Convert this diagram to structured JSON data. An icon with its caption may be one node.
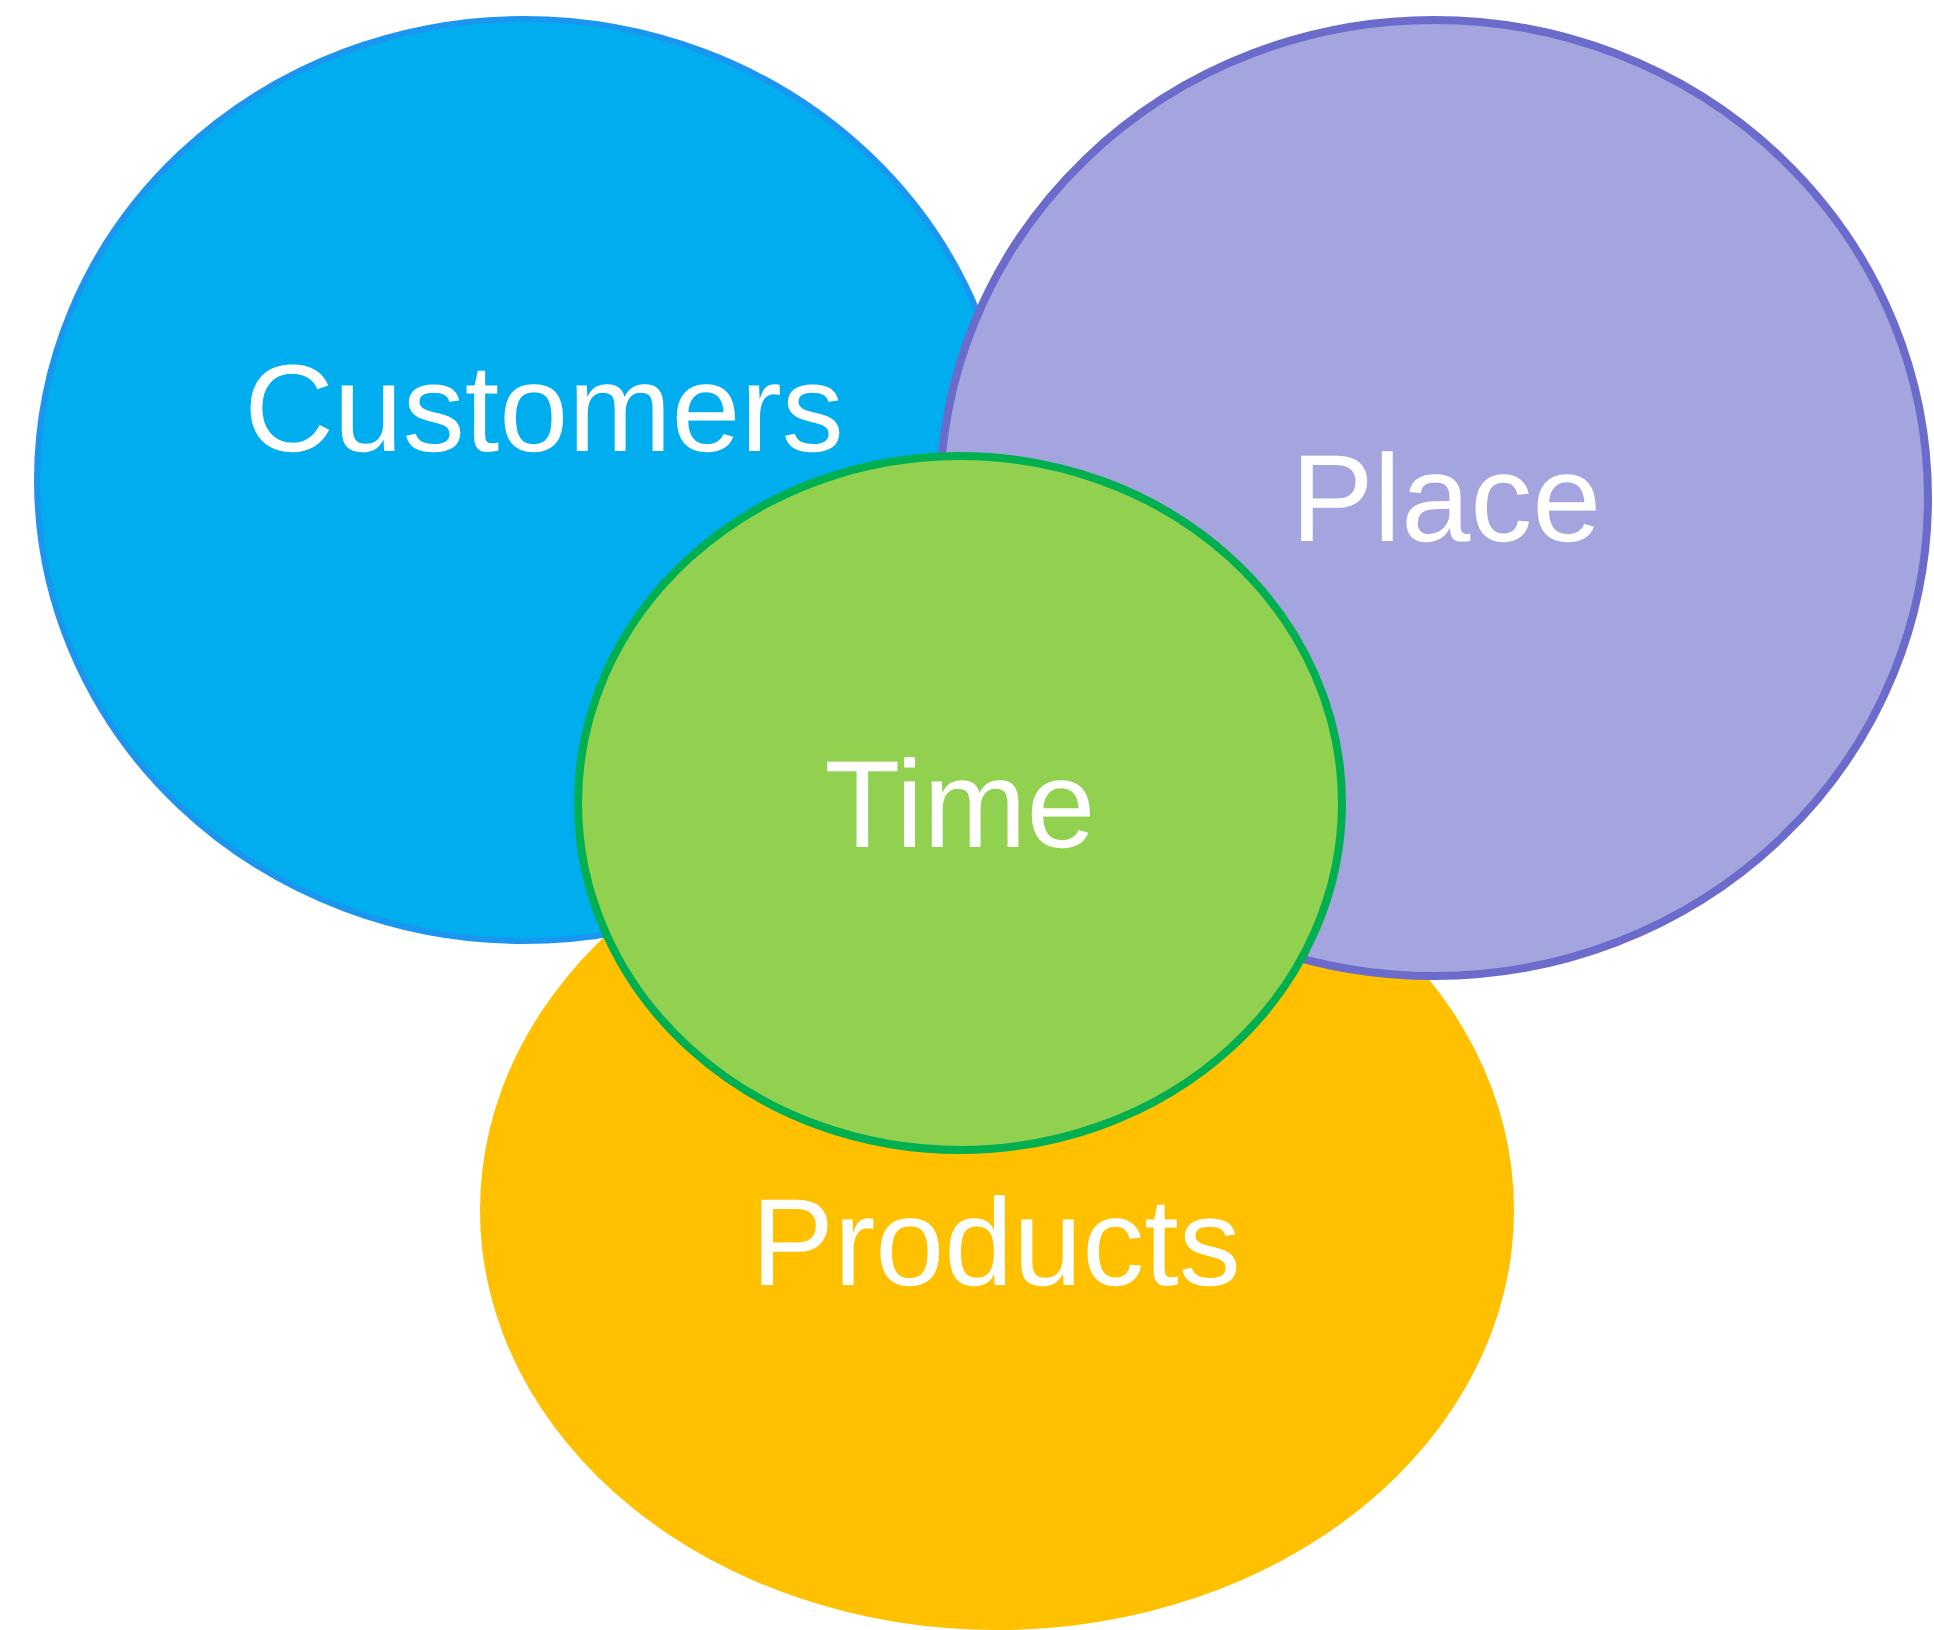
{
  "diagram": {
    "nodes": [
      {
        "text": [
          "Customers"
        ]
      },
      {
        "text": [
          "Place"
        ]
      },
      {
        "text": [
          "Time"
        ]
      },
      {
        "text": [
          "Products"
        ]
      }
    ]
  }
}
